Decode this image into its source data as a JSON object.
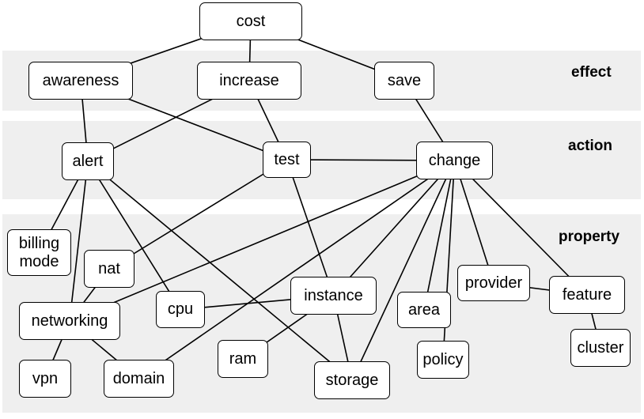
{
  "bands": [
    {
      "id": "effect",
      "label": "effect"
    },
    {
      "id": "action",
      "label": "action"
    },
    {
      "id": "property",
      "label": "property"
    }
  ],
  "nodes": [
    {
      "id": "cost",
      "label": "cost"
    },
    {
      "id": "awareness",
      "label": "awareness"
    },
    {
      "id": "increase",
      "label": "increase"
    },
    {
      "id": "save",
      "label": "save"
    },
    {
      "id": "alert",
      "label": "alert"
    },
    {
      "id": "test",
      "label": "test"
    },
    {
      "id": "change",
      "label": "change"
    },
    {
      "id": "billing-mode",
      "label": "billing\nmode"
    },
    {
      "id": "nat",
      "label": "nat"
    },
    {
      "id": "networking",
      "label": "networking"
    },
    {
      "id": "cpu",
      "label": "cpu"
    },
    {
      "id": "instance",
      "label": "instance"
    },
    {
      "id": "area",
      "label": "area"
    },
    {
      "id": "provider",
      "label": "provider"
    },
    {
      "id": "feature",
      "label": "feature"
    },
    {
      "id": "vpn",
      "label": "vpn"
    },
    {
      "id": "domain",
      "label": "domain"
    },
    {
      "id": "ram",
      "label": "ram"
    },
    {
      "id": "storage",
      "label": "storage"
    },
    {
      "id": "policy",
      "label": "policy"
    },
    {
      "id": "cluster",
      "label": "cluster"
    }
  ],
  "edges": [
    [
      "cost",
      "awareness"
    ],
    [
      "cost",
      "increase"
    ],
    [
      "cost",
      "save"
    ],
    [
      "awareness",
      "alert"
    ],
    [
      "awareness",
      "test"
    ],
    [
      "increase",
      "alert"
    ],
    [
      "increase",
      "test"
    ],
    [
      "save",
      "change"
    ],
    [
      "test",
      "change"
    ],
    [
      "test",
      "nat"
    ],
    [
      "test",
      "instance"
    ],
    [
      "alert",
      "billing-mode"
    ],
    [
      "alert",
      "networking"
    ],
    [
      "alert",
      "cpu"
    ],
    [
      "alert",
      "storage"
    ],
    [
      "change",
      "networking"
    ],
    [
      "change",
      "domain"
    ],
    [
      "change",
      "instance"
    ],
    [
      "change",
      "storage"
    ],
    [
      "change",
      "area"
    ],
    [
      "change",
      "policy"
    ],
    [
      "change",
      "provider"
    ],
    [
      "change",
      "feature"
    ],
    [
      "nat",
      "networking"
    ],
    [
      "networking",
      "vpn"
    ],
    [
      "networking",
      "domain"
    ],
    [
      "cpu",
      "instance"
    ],
    [
      "instance",
      "ram"
    ],
    [
      "instance",
      "storage"
    ],
    [
      "provider",
      "feature"
    ],
    [
      "feature",
      "cluster"
    ]
  ]
}
